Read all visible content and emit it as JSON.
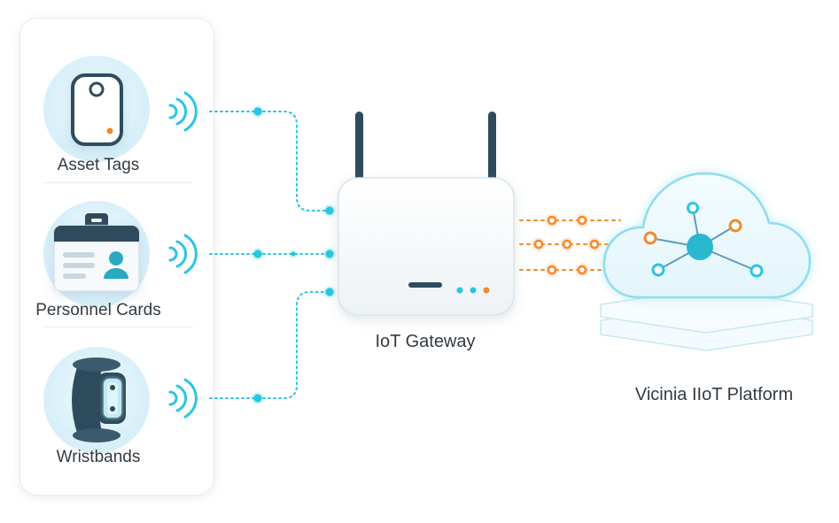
{
  "devices": [
    {
      "label": "Asset Tags",
      "icon": "asset-tag-icon"
    },
    {
      "label": "Personnel Cards",
      "icon": "id-card-icon"
    },
    {
      "label": "Wristbands",
      "icon": "wristband-icon"
    }
  ],
  "gateway": {
    "label": "IoT Gateway",
    "icon": "router-icon"
  },
  "platform": {
    "label": "Vicinia IIoT Platform",
    "icon": "cloud-network-icon"
  },
  "colors": {
    "link_cyan": "#2cc5df",
    "link_orange": "#f28a2b",
    "icon_bg": "#dff2fa",
    "device_dark": "#2e4b5e",
    "cloud_outline": "#9fdfee"
  }
}
